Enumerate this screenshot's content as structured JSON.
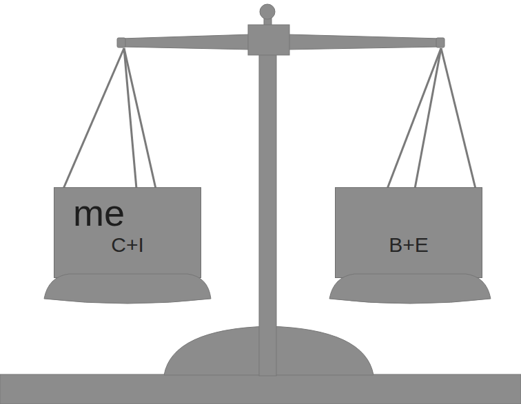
{
  "diagram": {
    "nodes": [
      {
        "text": [
          "C+I"
        ]
      },
      {
        "text": [
          "B+E"
        ]
      }
    ],
    "labels": [
      "me"
    ]
  }
}
